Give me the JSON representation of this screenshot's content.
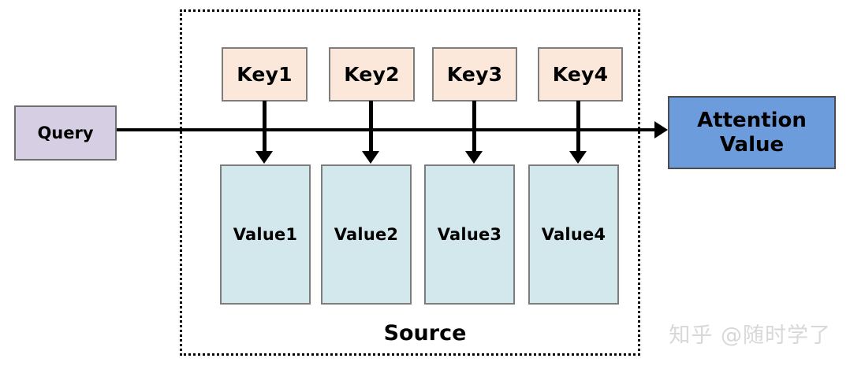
{
  "diagram": {
    "title": "Attention mechanism Query-Key-Value diagram",
    "source_label": "Source",
    "watermark": "知乎 @随时学了",
    "colors": {
      "key_fill": "#fce8da",
      "value_fill": "#d2e8ed",
      "query_fill": "#d6cfe3",
      "attention_fill": "#6d9cdc",
      "box_border": "#7d7d7d",
      "connector": "#000000",
      "watermark_text": "#d8d8d8"
    },
    "query": {
      "label": "Query"
    },
    "attention": {
      "line1": "Attention",
      "line2": "Value"
    },
    "keys": [
      {
        "label": "Key1"
      },
      {
        "label": "Key2"
      },
      {
        "label": "Key3"
      },
      {
        "label": "Key4"
      }
    ],
    "values": [
      {
        "label": "Value1"
      },
      {
        "label": "Value2"
      },
      {
        "label": "Value3"
      },
      {
        "label": "Value4"
      }
    ],
    "connectors": {
      "query_to_attention": "horizontal-arrow-right",
      "key_to_value": "vertical-arrow-down"
    }
  }
}
